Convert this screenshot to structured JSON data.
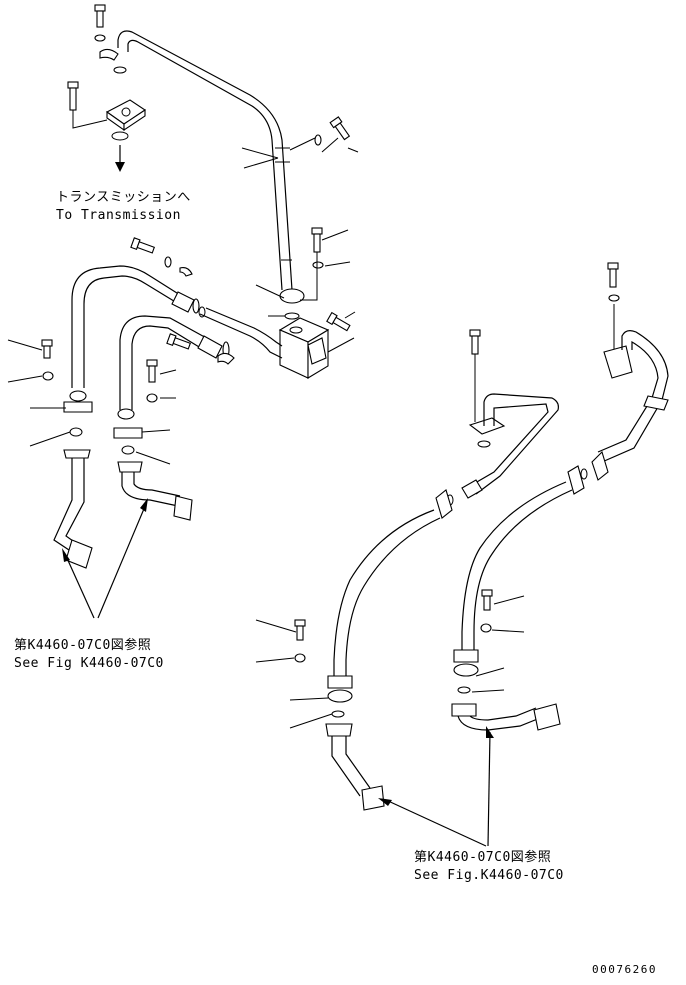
{
  "labels": {
    "transmission_jp": "トランスミッションへ",
    "transmission_en": "To Transmission",
    "ref_left_jp": "第K4460-07C0図参照",
    "ref_left_en": "See Fig K4460-07C0",
    "ref_right_jp": "第K4460-07C0図参照",
    "ref_right_en": "See Fig.K4460-07C0",
    "drawing_number": "00076260"
  }
}
